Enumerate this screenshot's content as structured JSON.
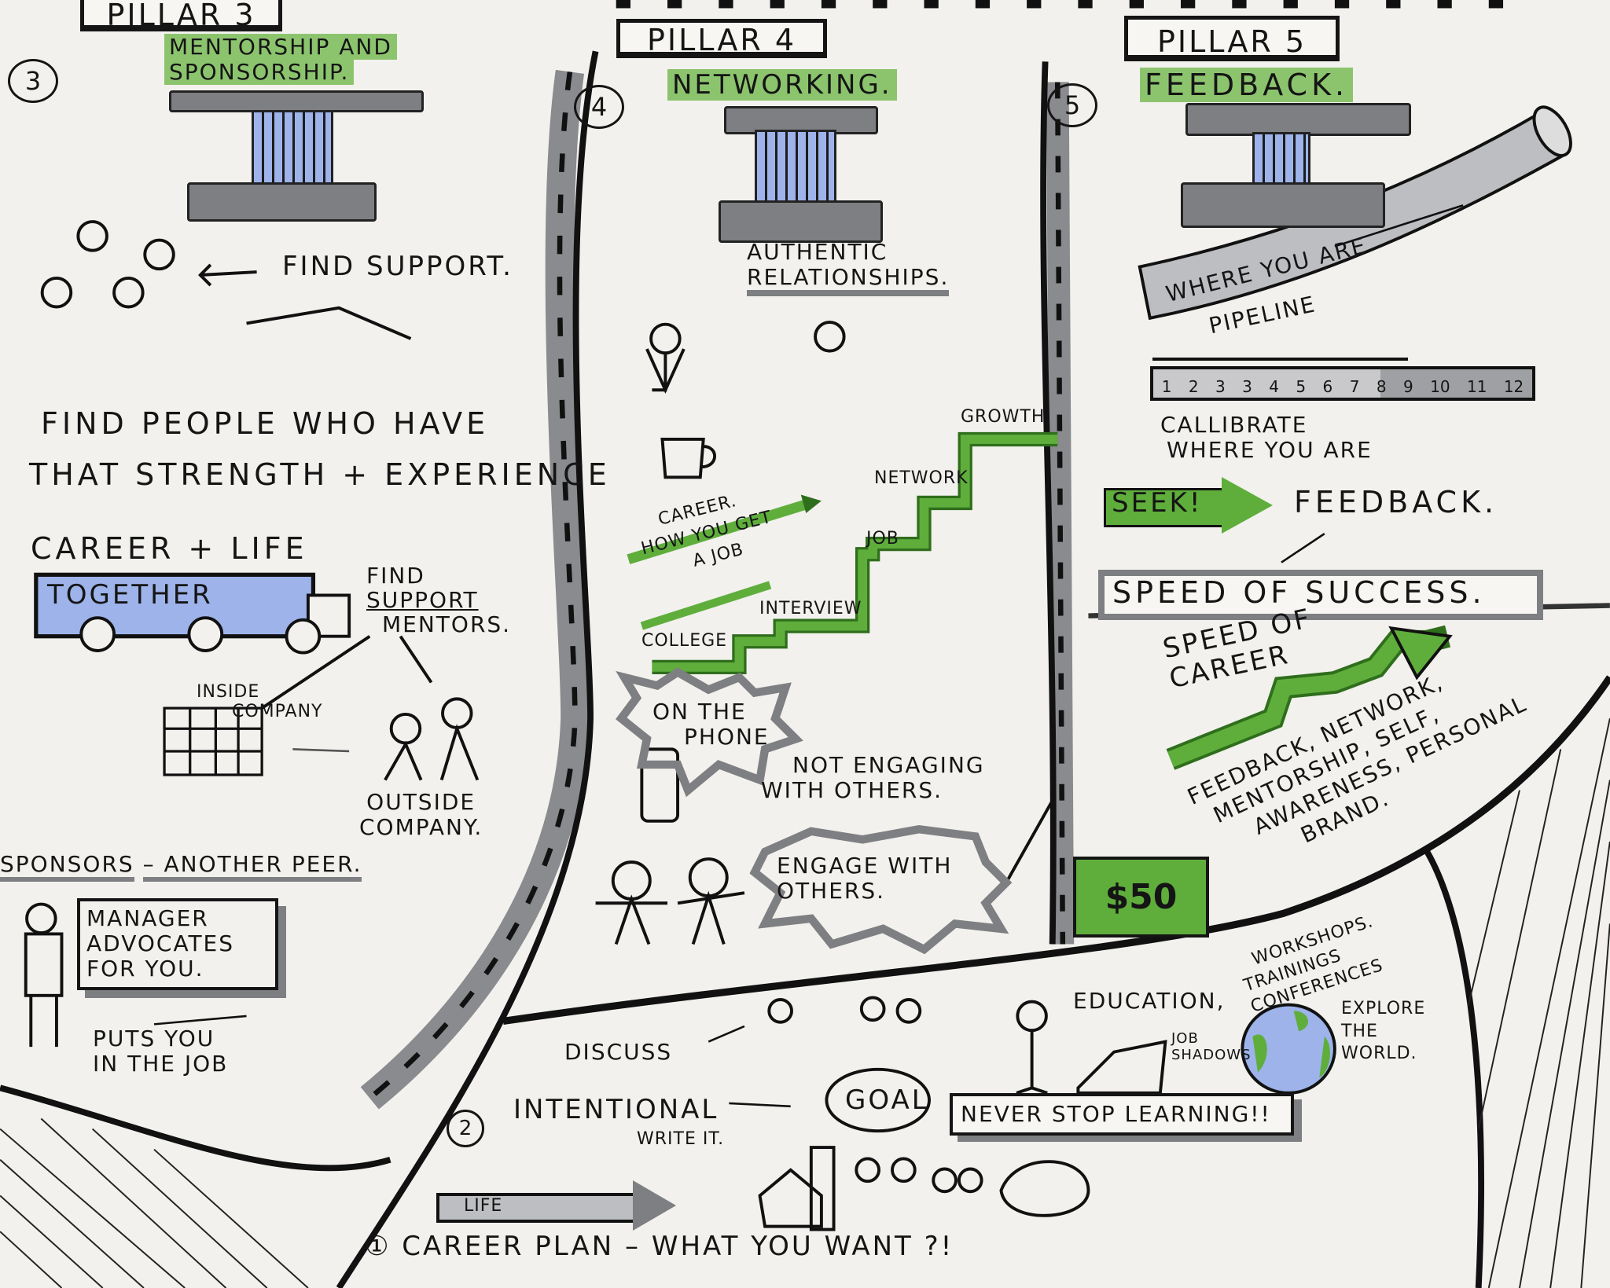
{
  "pillar3": {
    "label": "PILLAR 3",
    "number": "3",
    "title_line1": "MENTORSHIP AND",
    "title_line2": "SPONSORSHIP.",
    "find_support": "FIND SUPPORT.",
    "find_people_line1": "FIND PEOPLE WHO HAVE",
    "find_people_line2": "THAT STRENGTH + EXPERIENCE",
    "career_life": "CAREER + LIFE",
    "together": "TOGETHER",
    "find_support_mentors": [
      "FIND",
      "SUPPORT",
      "MENTORS."
    ],
    "inside_company": [
      "INSIDE",
      "COMPANY"
    ],
    "outside_company": [
      "OUTSIDE",
      "COMPANY."
    ],
    "sponsors": "SPONSORS",
    "another_peer": "– ANOTHER PEER.",
    "manager_advocates": [
      "MANAGER",
      "ADVOCATES",
      "FOR YOU."
    ],
    "puts_you": [
      "PUTS YOU",
      "IN THE JOB"
    ]
  },
  "pillar4": {
    "label": "PILLAR 4",
    "number": "4",
    "title": "NETWORKING.",
    "authentic_relationships": [
      "AUTHENTIC",
      "RELATIONSHIPS."
    ],
    "career_how": [
      "CAREER.",
      "HOW YOU GET",
      "A JOB"
    ],
    "stairs": [
      "COLLEGE",
      "INTERVIEW",
      "JOB",
      "NETWORK",
      "GROWTH"
    ],
    "on_the_phone": [
      "ON THE",
      "PHONE"
    ],
    "not_engaging": [
      "NOT ENGAGING",
      "WITH OTHERS."
    ],
    "engage": [
      "ENGAGE WITH",
      "OTHERS."
    ]
  },
  "pillar5": {
    "label": "PILLAR 5",
    "number": "5",
    "title": "FEEDBACK.",
    "where_you_are": "WHERE YOU ARE",
    "pipeline": "PIPELINE",
    "ruler_ticks": [
      "1",
      "2",
      "3",
      "3",
      "4",
      "5",
      "6",
      "7",
      "8",
      "9",
      "10",
      "11",
      "12"
    ],
    "calibrate": [
      "CALLIBRATE",
      "WHERE YOU ARE"
    ],
    "seek": "SEEK!",
    "feedback": "FEEDBACK.",
    "speed_of_success": "SPEED OF SUCCESS.",
    "speed_of_career": [
      "SPEED OF",
      "CAREER"
    ],
    "factors": [
      "FEEDBACK, NETWORK,",
      "MENTORSHIP, SELF,",
      "AWARENESS, PERSONAL",
      "BRAND."
    ],
    "money": "$50"
  },
  "bottom": {
    "discuss": "DISCUSS",
    "number2": "2",
    "intentional": "INTENTIONAL",
    "write_it": "WRITE IT.",
    "goal": "GOAL",
    "education": "EDUCATION,",
    "education_items": [
      "WORKSHOPS.",
      "TRAININGS",
      "CONFERENCES"
    ],
    "job_shadows": [
      "JOB",
      "SHADOWS"
    ],
    "explore": [
      "EXPLORE",
      "THE",
      "WORLD."
    ],
    "never_stop": "NEVER STOP LEARNING!!",
    "life": "LIFE",
    "career_plan": "① CAREER PLAN – WHAT YOU WANT ?!"
  },
  "colors": {
    "green": "#5fae3c",
    "highlight": "#8cc46e",
    "blue": "#9db3ea",
    "grey": "#7e7f82",
    "paper": "#f2f1ed",
    "ink": "#151515"
  }
}
